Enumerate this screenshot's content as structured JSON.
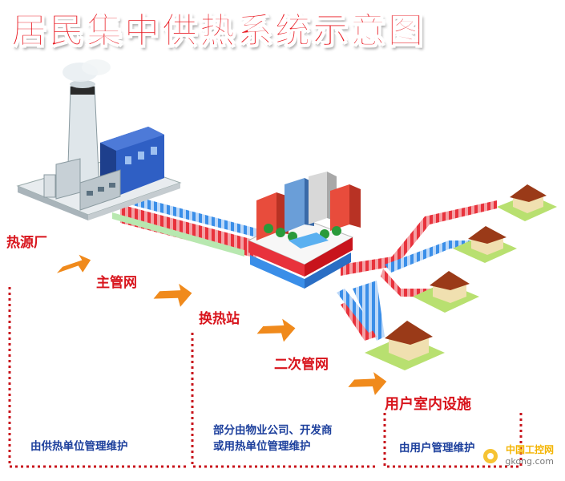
{
  "title": "居民集中供热系统示意图",
  "stages": [
    {
      "label": "热源厂"
    },
    {
      "label": "主管网"
    },
    {
      "label": "换热站"
    },
    {
      "label": "二次管网"
    },
    {
      "label": "用户室内设施"
    }
  ],
  "maintenance": {
    "heat_supplier": "由供热单位管理维护",
    "mixed_line1": "部分由物业公司、开发商",
    "mixed_line2": "或用热单位管理维护",
    "user": "由用户管理维护"
  },
  "watermark": {
    "top": "中国工控网",
    "bottom": "gkong.com"
  },
  "colors": {
    "title_red": "#e8141c",
    "label_red": "#d8141c",
    "note_blue": "#1c3f9c",
    "arrow_orange": "#f08a1c",
    "dash_red": "#c8141c",
    "pipe_hot": "#e8323c",
    "pipe_cold": "#3a8ee8"
  }
}
